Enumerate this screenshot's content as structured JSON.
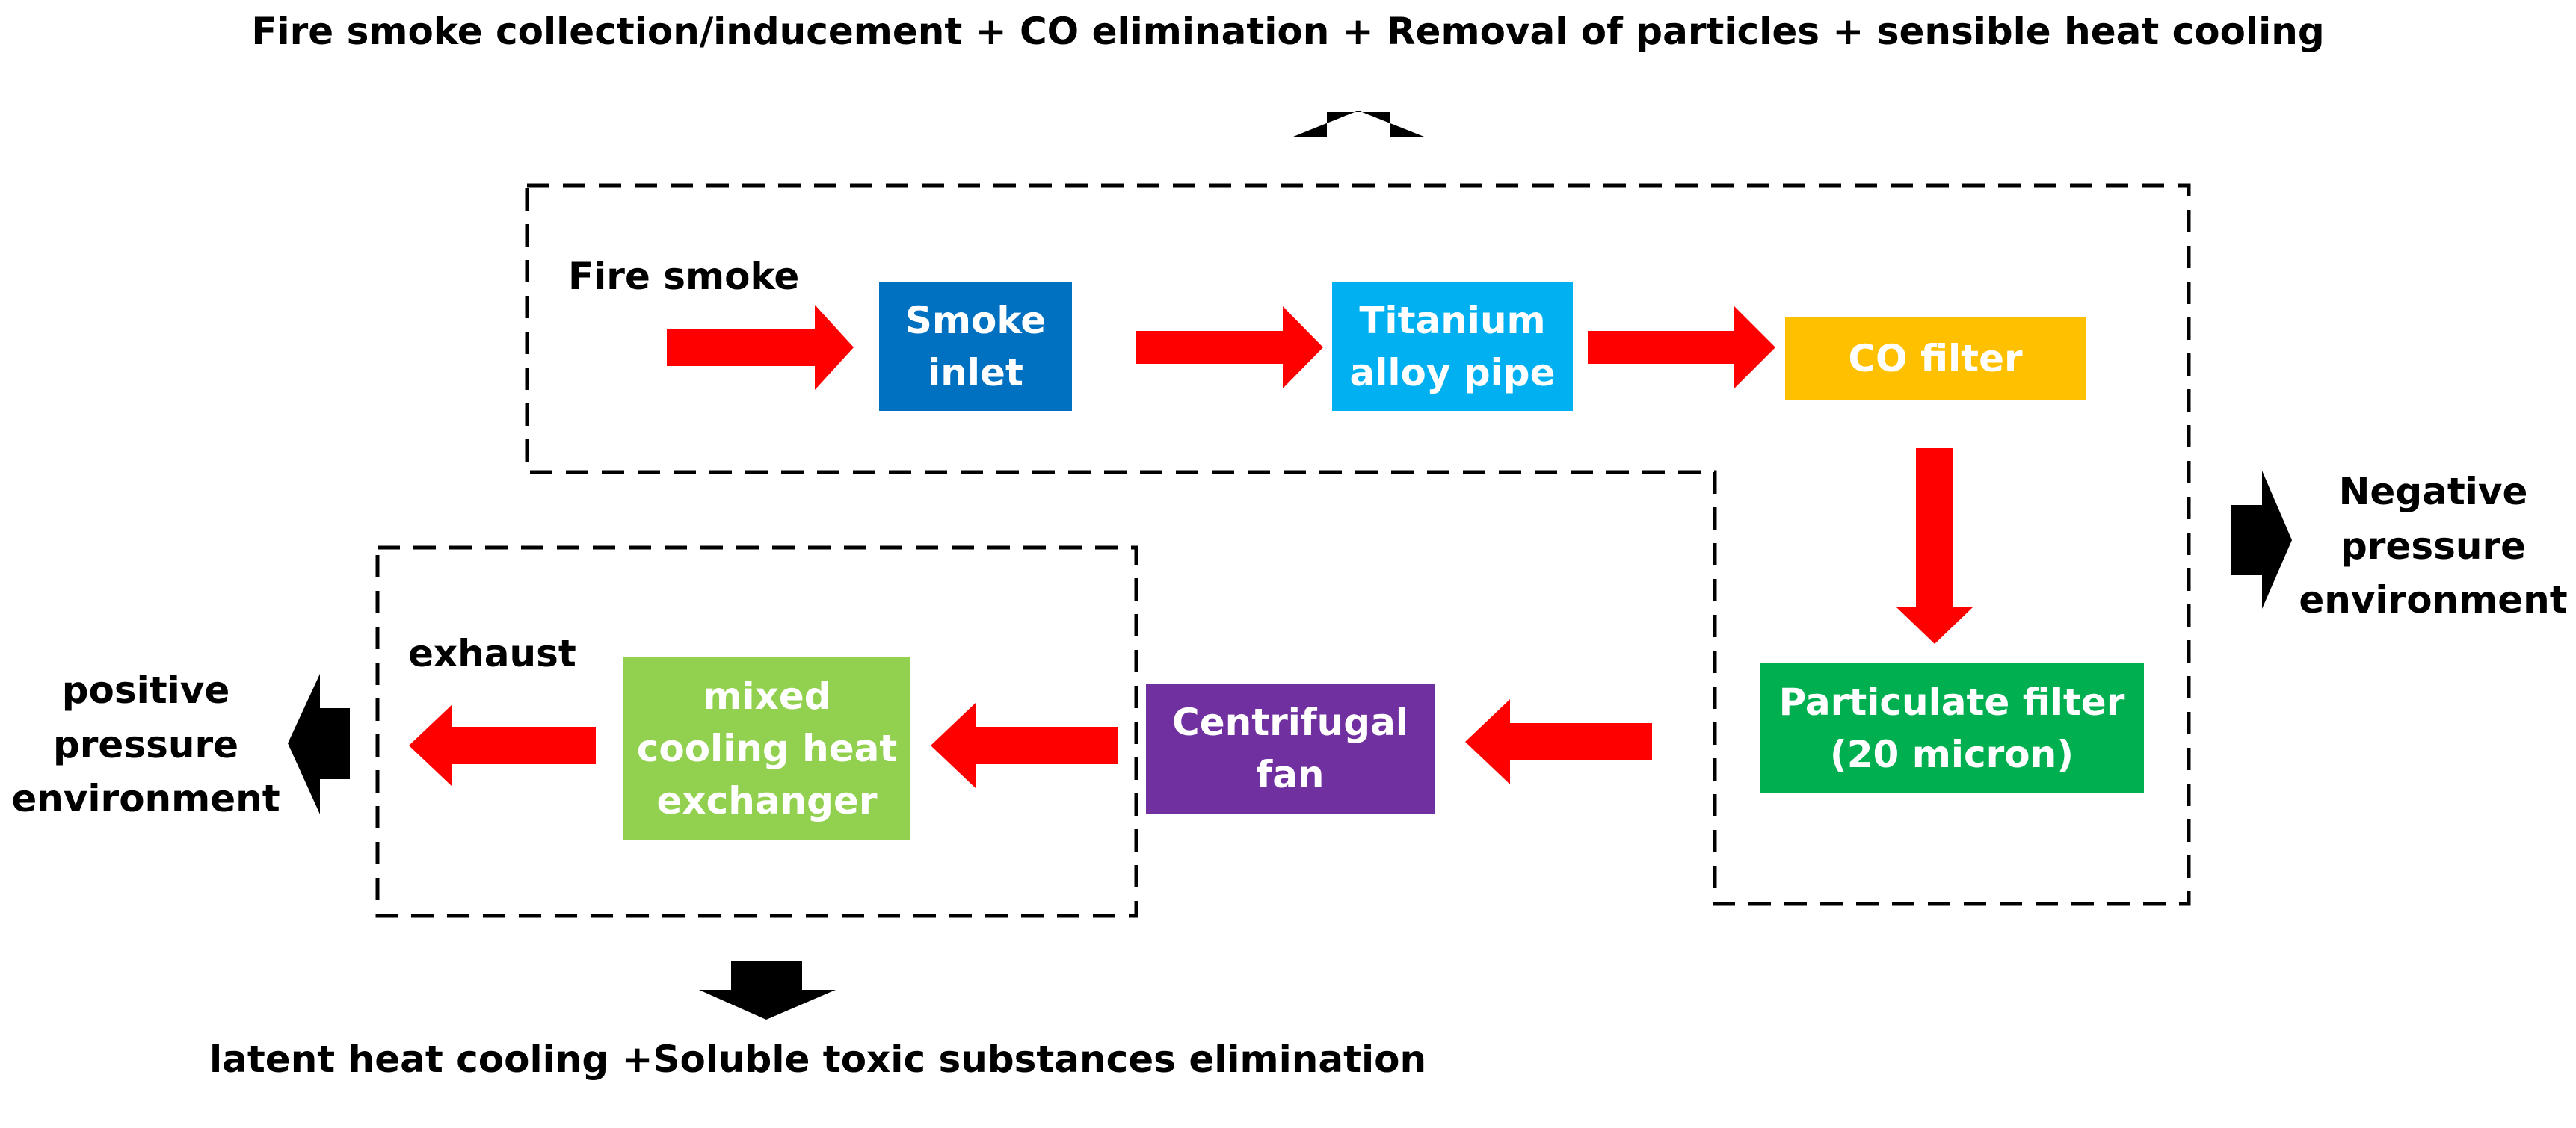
{
  "top_caption": "Fire smoke collection/inducement + CO elimination + Removal of particles + sensible heat cooling",
  "bottom_caption": "latent heat cooling +Soluble toxic substances elimination",
  "input_label": "Fire smoke",
  "output_label": "exhaust",
  "negative_pressure": [
    "Negative",
    "pressure",
    "environment"
  ],
  "positive_pressure": [
    "positive",
    "pressure",
    "environment"
  ],
  "nodes": {
    "smoke_inlet": {
      "lines": [
        "Smoke",
        "inlet"
      ],
      "color": "#0070c0"
    },
    "titanium_pipe": {
      "lines": [
        "Titanium",
        "alloy pipe"
      ],
      "color": "#00b0f0"
    },
    "co_filter": {
      "lines": [
        "CO filter"
      ],
      "color": "#ffc000"
    },
    "particulate_filter": {
      "lines": [
        "Particulate filter",
        "(20 micron)"
      ],
      "color": "#00b050"
    },
    "centrifugal_fan": {
      "lines": [
        "Centrifugal",
        "fan"
      ],
      "color": "#7030a0"
    },
    "heat_exchanger": {
      "lines": [
        "mixed",
        "cooling heat",
        "exchanger"
      ],
      "color": "#92d050"
    }
  },
  "flow_arrow_color": "#ff0000",
  "direction_arrow_color": "#000000",
  "boundary_style": "dashed"
}
